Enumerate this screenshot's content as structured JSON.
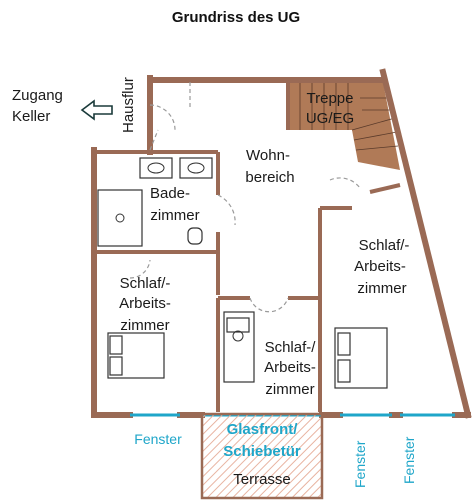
{
  "title": "Grundriss des UG",
  "labels": {
    "zugang_line1": "Zugang",
    "zugang_line2": "Keller",
    "hausflur": "Hausflur",
    "treppe_line1": "Treppe",
    "treppe_line2": "UG/EG",
    "wohn_line1": "Wohn-",
    "wohn_line2": "bereich",
    "bad_line1": "Bade-",
    "bad_line2": "zimmer",
    "schlaf_left_1": "Schlaf/-",
    "schlaf_left_2": "Arbeits-",
    "schlaf_left_3": "zimmer",
    "schlaf_mid_1": "Schlaf-/",
    "schlaf_mid_2": "Arbeits-",
    "schlaf_mid_3": "zimmer",
    "schlaf_right_1": "Schlaf/-",
    "schlaf_right_2": "Arbeits-",
    "schlaf_right_3": "zimmer",
    "fenster_left": "Fenster",
    "glasfront_line1": "Glasfront/",
    "glasfront_line2": "Schiebetür",
    "terrasse": "Terrasse",
    "fenster_right_1": "Fenster",
    "fenster_right_2": "Fenster"
  },
  "colors": {
    "wall": "#9a6a55",
    "window": "#1fa6c9",
    "terrace_hatch": "#e8b3a0"
  }
}
